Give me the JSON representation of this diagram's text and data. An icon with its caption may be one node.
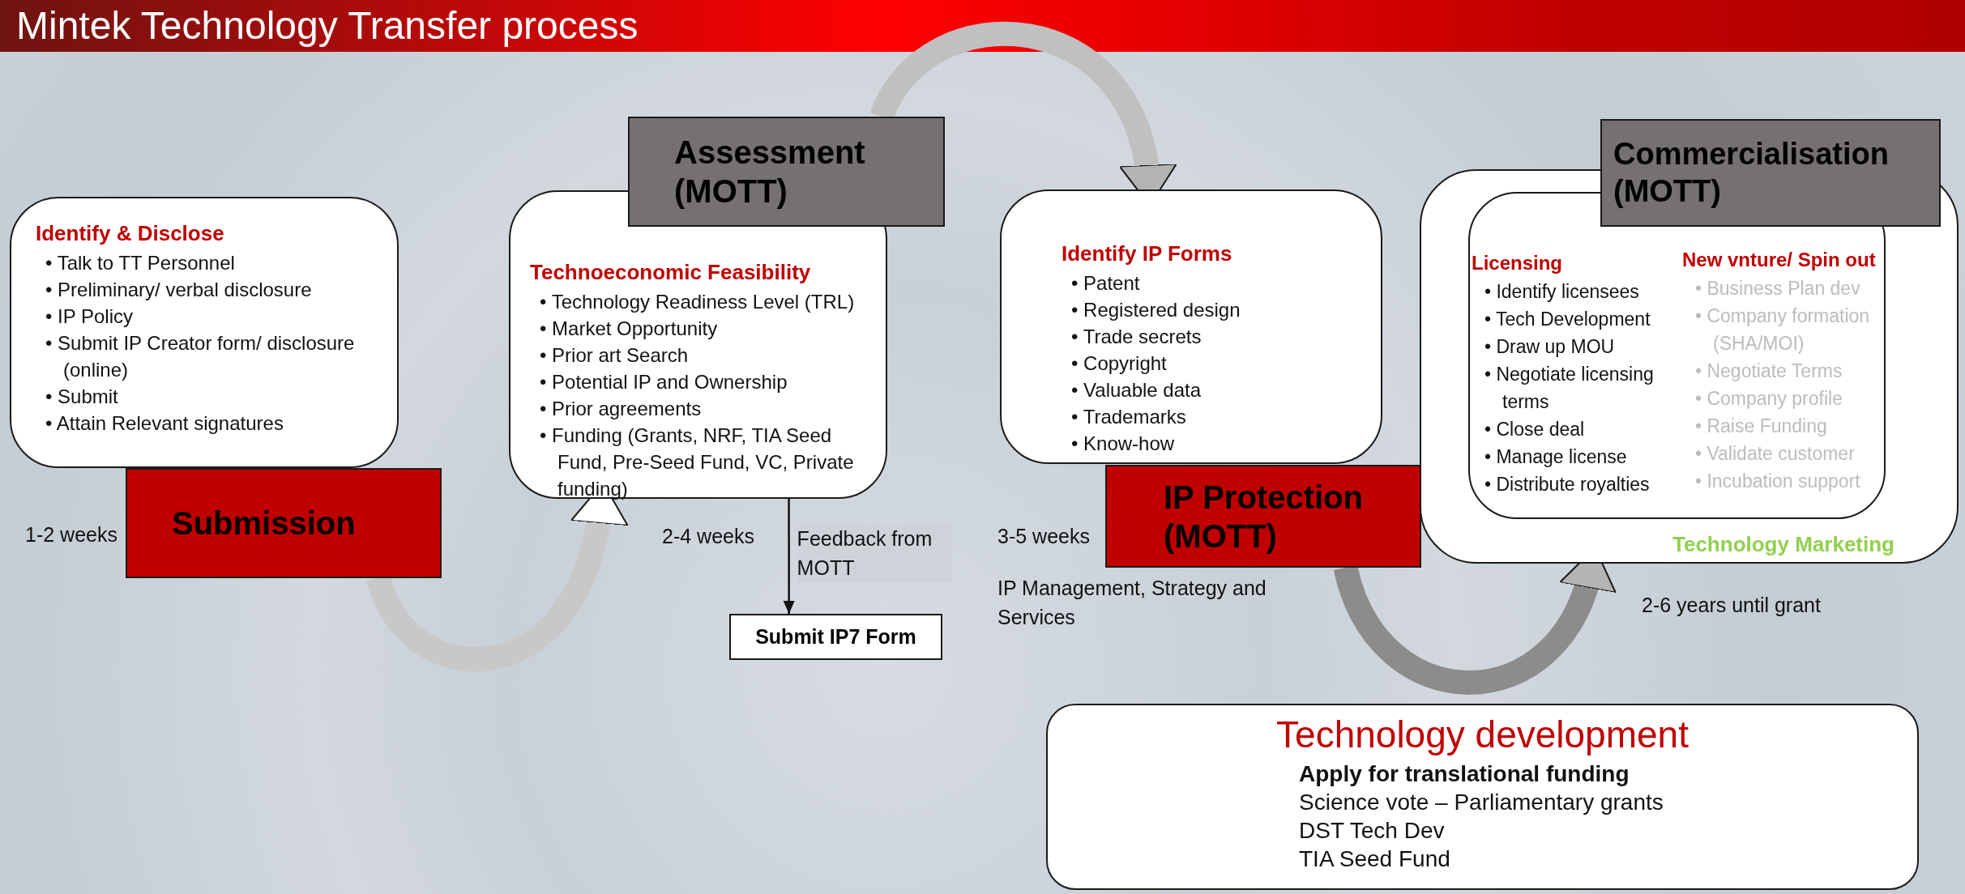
{
  "diagram": {
    "title": "Mintek Technology Transfer process",
    "nodes": [
      {
        "text": [
          "Identify & Disclose",
          "• Talk to TT Personnel",
          "• Preliminary/ verbal disclosure",
          "• IP Policy",
          "• Submit IP Creator form/ disclosure (online)",
          "• Submit",
          "• Attain Relevant signatures"
        ]
      },
      {
        "text": [
          "Submission"
        ],
        "beside": [
          "1-2 weeks"
        ]
      },
      {
        "text": [
          "Technoeconomic Feasibility",
          "• Technology Readiness Level (TRL)",
          "• Market Opportunity",
          "• Prior art Search",
          "• Potential IP and Ownership",
          "• Prior agreements",
          "• Funding (Grants, NRF, TIA Seed Fund, Pre-Seed Fund, VC, Private funding)"
        ],
        "beside": [
          "2-4 weeks"
        ]
      },
      {
        "text": [
          "Assessment (MOTT)"
        ]
      },
      {
        "text": [
          "Submit IP7 Form"
        ]
      },
      {
        "text": [
          "Identify IP Forms",
          "• Patent",
          "• Registered design",
          "• Trade secrets",
          "• Copyright",
          "• Valuable data",
          "• Trademarks",
          "• Know-how"
        ]
      },
      {
        "text": [
          "IP Protection (MOTT)"
        ],
        "beside": [
          "3-5 weeks",
          "IP Management, Strategy and Services"
        ]
      },
      {
        "text": [
          "Technology Marketing"
        ],
        "beside": [
          "2-6 years until grant"
        ]
      },
      {
        "text": [
          "Licensing",
          "• Identify licensees",
          "• Tech Development",
          "• Draw up MOU",
          "• Negotiate licensing terms",
          "• Close deal",
          "• Manage license",
          "• Distribute royalties",
          "New vnture/ Spin out",
          "• Business Plan dev",
          "• Company formation (SHA/MOI)",
          "• Negotiate Terms",
          "• Company profile",
          "• Raise Funding",
          "• Validate customer",
          "• Incubation support"
        ],
        "in": 7
      },
      {
        "text": [
          "Commercialisation (MOTT)"
        ]
      },
      {
        "text": [
          "Technology development",
          "Apply for translational funding",
          "Science vote – Parliamentary grants",
          "DST Tech Dev",
          "TIA Seed Fund"
        ]
      }
    ],
    "edges": [
      {
        "from": 1,
        "to": 2,
        "arrow": "to",
        "color": "#c8c8c8"
      },
      {
        "from": 3,
        "to": 5,
        "arrow": "to",
        "color": "#c0c0c0"
      },
      {
        "from": 6,
        "to": 7,
        "arrow": "to",
        "color": "#8c8c8c"
      },
      {
        "from": 2,
        "to": 4,
        "label": "Feedback from MOTT",
        "arrow": "to",
        "color": "#111111"
      }
    ]
  }
}
